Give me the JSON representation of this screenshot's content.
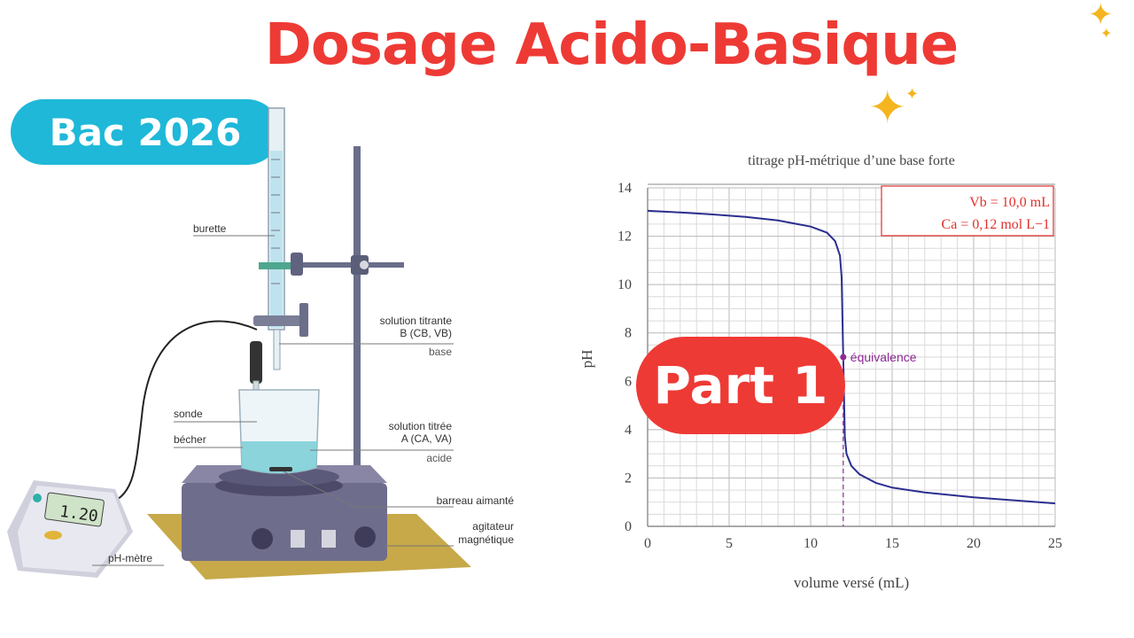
{
  "title": "Dosage Acido-Basique",
  "badge": "Bac 2026",
  "part": "Part 1",
  "colors": {
    "title_red": "#ee3a35",
    "badge_cyan": "#1fb8d8",
    "curve": "#2b2f8f",
    "equivalence": "#8e2a92",
    "info_red": "#e0302b",
    "sparkle": "#f4b51e"
  },
  "setup": {
    "labels": {
      "burette": "burette",
      "solution_titrante": "solution titrante",
      "titrante_formula": "B (CB, VB)",
      "base": "base",
      "sonde": "sonde",
      "becher": "bécher",
      "solution_titree": "solution titrée",
      "titree_formula": "A (CA, VA)",
      "acide": "acide",
      "barreau": "barreau aimanté",
      "agitateur_1": "agitateur",
      "agitateur_2": "magnétique",
      "ph_metre": "pH-mètre",
      "display_value": "1.20"
    },
    "icons": [
      "burette-icon",
      "stand-icon",
      "beaker-icon",
      "stirrer-icon",
      "ph-meter-icon",
      "sparkle-icon"
    ]
  },
  "chart_data": {
    "type": "line",
    "title": "titrage pH-métrique d’une base forte",
    "xlabel": "volume versé (mL)",
    "ylabel": "pH",
    "xlim": [
      0,
      25
    ],
    "ylim": [
      0,
      14
    ],
    "xticks": [
      0,
      5,
      10,
      15,
      20,
      25
    ],
    "yticks": [
      0,
      2,
      4,
      6,
      8,
      10,
      12,
      14
    ],
    "grid": true,
    "info_box": [
      "Vb = 10,0 mL",
      "Ca = 0,12 mol L−1"
    ],
    "annotation": {
      "label": "équivalence",
      "x": 12.0,
      "y": 7.0
    },
    "x": [
      0,
      2,
      4,
      6,
      8,
      10,
      11,
      11.5,
      11.8,
      11.9,
      12.0,
      12.1,
      12.2,
      12.5,
      13,
      14,
      15,
      17,
      20,
      22,
      25
    ],
    "y": [
      13.05,
      12.98,
      12.9,
      12.8,
      12.65,
      12.4,
      12.15,
      11.8,
      11.2,
      10.3,
      7.0,
      3.7,
      3.0,
      2.5,
      2.15,
      1.8,
      1.6,
      1.4,
      1.2,
      1.1,
      0.95
    ]
  }
}
